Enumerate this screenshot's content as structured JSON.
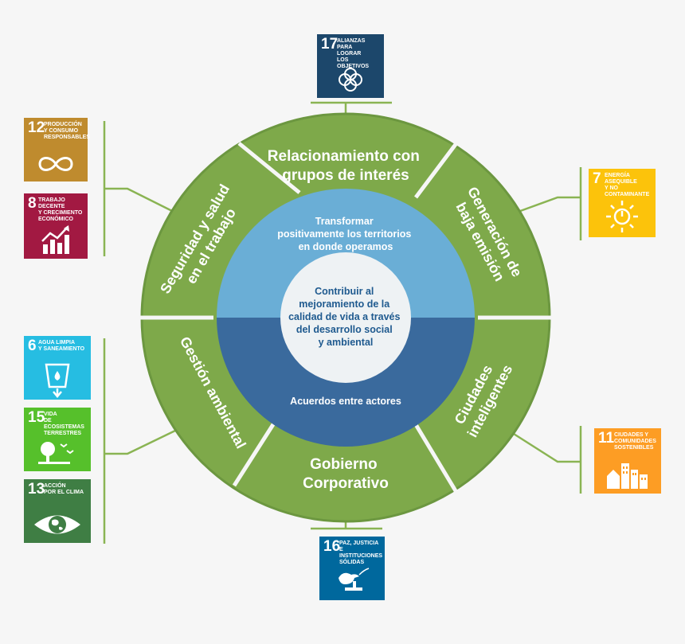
{
  "center": {
    "lines": [
      "Contribuir al",
      "mejoramiento de la",
      "calidad de vida a través",
      "del desarrollo social",
      "y ambiental"
    ]
  },
  "inner_ring": {
    "top_lines": [
      "Transformar",
      "positivamente los territorios",
      "en donde operamos"
    ],
    "bottom": "Acuerdos entre actores"
  },
  "segments": {
    "top": [
      "Relacionamiento con",
      "grupos de interés"
    ],
    "top_right": [
      "Generación de",
      "baja emisión"
    ],
    "bottom_right": [
      "Ciudades",
      "inteligentes"
    ],
    "bottom": [
      "Gobierno",
      "Corporativo"
    ],
    "left": [
      "Gestión ambiental"
    ],
    "top_left": [
      "Seguridad y salud",
      "en el trabajo"
    ]
  },
  "sdgs": {
    "g17": {
      "number": "17",
      "title": "Alianzas para\nlograr\nlos objetivos"
    },
    "g12": {
      "number": "12",
      "title": "Producción\ny consumo\nresponsables"
    },
    "g8": {
      "number": "8",
      "title": "Trabajo decente\ny crecimiento\neconómico"
    },
    "g7": {
      "number": "7",
      "title": "Energía asequible\ny no contaminante"
    },
    "g6": {
      "number": "6",
      "title": "Agua limpia\ny saneamiento"
    },
    "g15": {
      "number": "15",
      "title": "Vida\nde ecosistemas\nterrestres"
    },
    "g13": {
      "number": "13",
      "title": "Acción\npor el clima"
    },
    "g11": {
      "number": "11",
      "title": "Ciudades y\ncomunidades\nsostenibles"
    },
    "g16": {
      "number": "16",
      "title": "Paz, justicia\ne instituciones\nsólidas"
    }
  },
  "colors": {
    "ring_green": "#7ea94a",
    "inner_light_blue": "#6aaed6",
    "inner_dark_blue": "#3a6a9d",
    "center_fill": "#eef2f4",
    "center_text": "#1f5a8f",
    "connector": "#8ab453",
    "sdg17": "#1c476b",
    "sdg12": "#bf8b2e",
    "sdg8": "#a21942",
    "sdg7": "#fcc30b",
    "sdg6": "#26bde2",
    "sdg15": "#56c02b",
    "sdg13": "#3f7e44",
    "sdg11": "#fd9d24",
    "sdg16": "#00689d"
  }
}
